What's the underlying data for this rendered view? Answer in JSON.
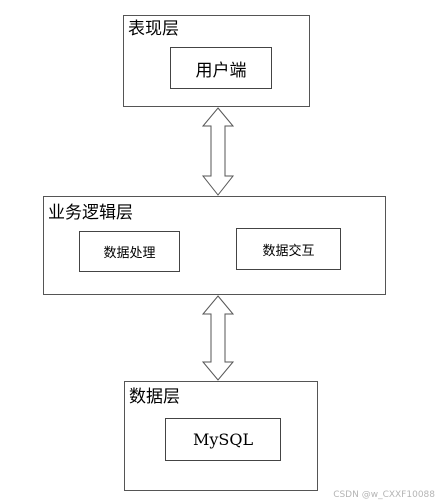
{
  "layers": {
    "presentation": {
      "title": "表现层",
      "component": "用户端"
    },
    "business": {
      "title": "业务逻辑层",
      "components": [
        "数据处理",
        "数据交互"
      ]
    },
    "data": {
      "title": "数据层",
      "component": "MySQL"
    }
  },
  "connectors": [
    {
      "from": "表现层",
      "to": "业务逻辑层",
      "style": "double-arrow"
    },
    {
      "from": "业务逻辑层",
      "to": "数据层",
      "style": "double-arrow"
    }
  ],
  "watermark": "CSDN @w_CXXF10088",
  "colors": {
    "stroke": "#555555",
    "arrow_fill": "#ffffff",
    "background": "#ffffff"
  }
}
